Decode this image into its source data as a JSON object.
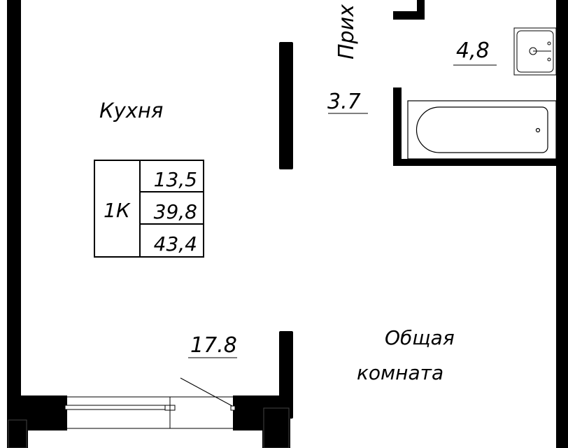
{
  "rooms": {
    "hallway": {
      "name": "Прих",
      "area": "3.7"
    },
    "bathroom": {
      "area": "4,8"
    },
    "kitchen": {
      "name": "Кухня"
    },
    "living": {
      "name_line1": "Общая",
      "name_line2": "комната",
      "area": "17.8"
    }
  },
  "summary": {
    "type": "1К",
    "kitchen_area": "13,5",
    "living_area": "39,8",
    "total_area": "43,4"
  },
  "colors": {
    "wall": "#000000",
    "background": "#ffffff"
  }
}
